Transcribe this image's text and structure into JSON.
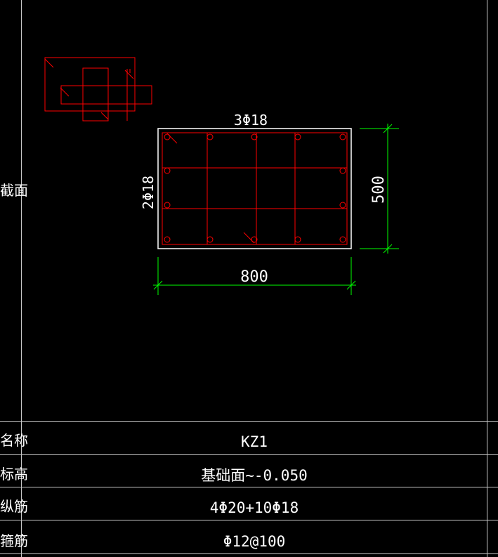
{
  "table": {
    "row_labels": {
      "section": "截面",
      "name": "名称",
      "elevation": "标高",
      "longitudinal": "纵筋",
      "stirrup": "箍筋"
    },
    "values": {
      "name": "KZ1",
      "elevation": "基础面~-0.050",
      "longitudinal": "4Φ20+10Φ18",
      "stirrup": "Φ12@100"
    }
  },
  "section": {
    "top_bars": "3Φ18",
    "side_bars": "2Φ18",
    "width": "800",
    "height": "500"
  },
  "colors": {
    "background": "#000000",
    "grid": "#c8c8c8",
    "rebar": "#ff0000",
    "concrete_outline": "#ffffff",
    "dimension": "#00ff00",
    "text": "#ffffff"
  }
}
